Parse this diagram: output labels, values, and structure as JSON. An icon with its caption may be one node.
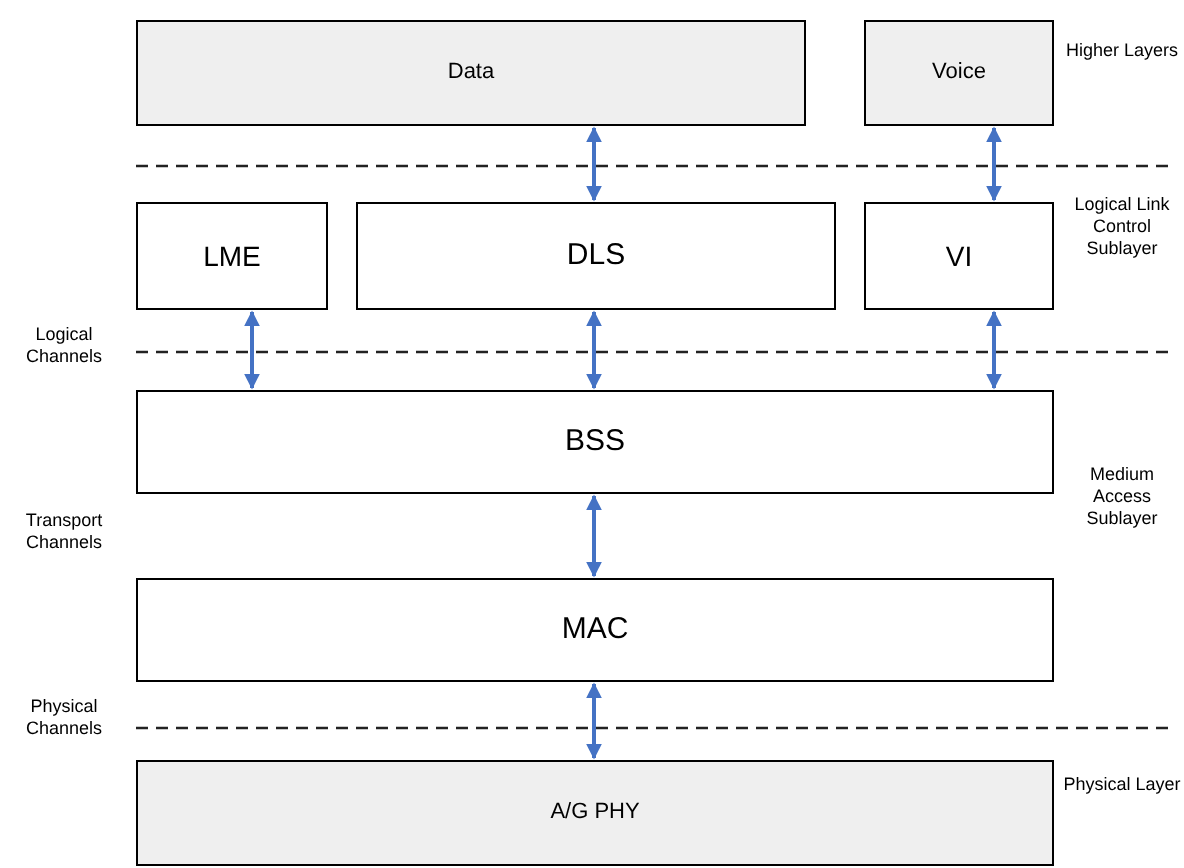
{
  "diagram": {
    "nodes": [
      {
        "text": [
          "Data"
        ]
      },
      {
        "text": [
          "Voice"
        ]
      },
      {
        "text": [
          "LME"
        ]
      },
      {
        "text": [
          "DLS"
        ]
      },
      {
        "text": [
          "VI"
        ]
      },
      {
        "text": [
          "BSS"
        ]
      },
      {
        "text": [
          "MAC"
        ]
      },
      {
        "text": [
          "A/G PHY"
        ]
      }
    ],
    "edges": [
      {
        "from": 0,
        "to": 3,
        "arrow": "both"
      },
      {
        "from": 1,
        "to": 4,
        "arrow": "both"
      },
      {
        "from": 2,
        "to": 5,
        "arrow": "both"
      },
      {
        "from": 3,
        "to": 5,
        "arrow": "both"
      },
      {
        "from": 4,
        "to": 5,
        "arrow": "both"
      },
      {
        "from": 5,
        "to": 6,
        "arrow": "both"
      },
      {
        "from": 6,
        "to": 7,
        "arrow": "both"
      }
    ],
    "labels": [
      "Higher Layers",
      "Logical Link Control Sublayer",
      "Logical Channels",
      "Medium Access Sublayer",
      "Transport Channels",
      "Physical Channels",
      "Physical Layer"
    ]
  }
}
